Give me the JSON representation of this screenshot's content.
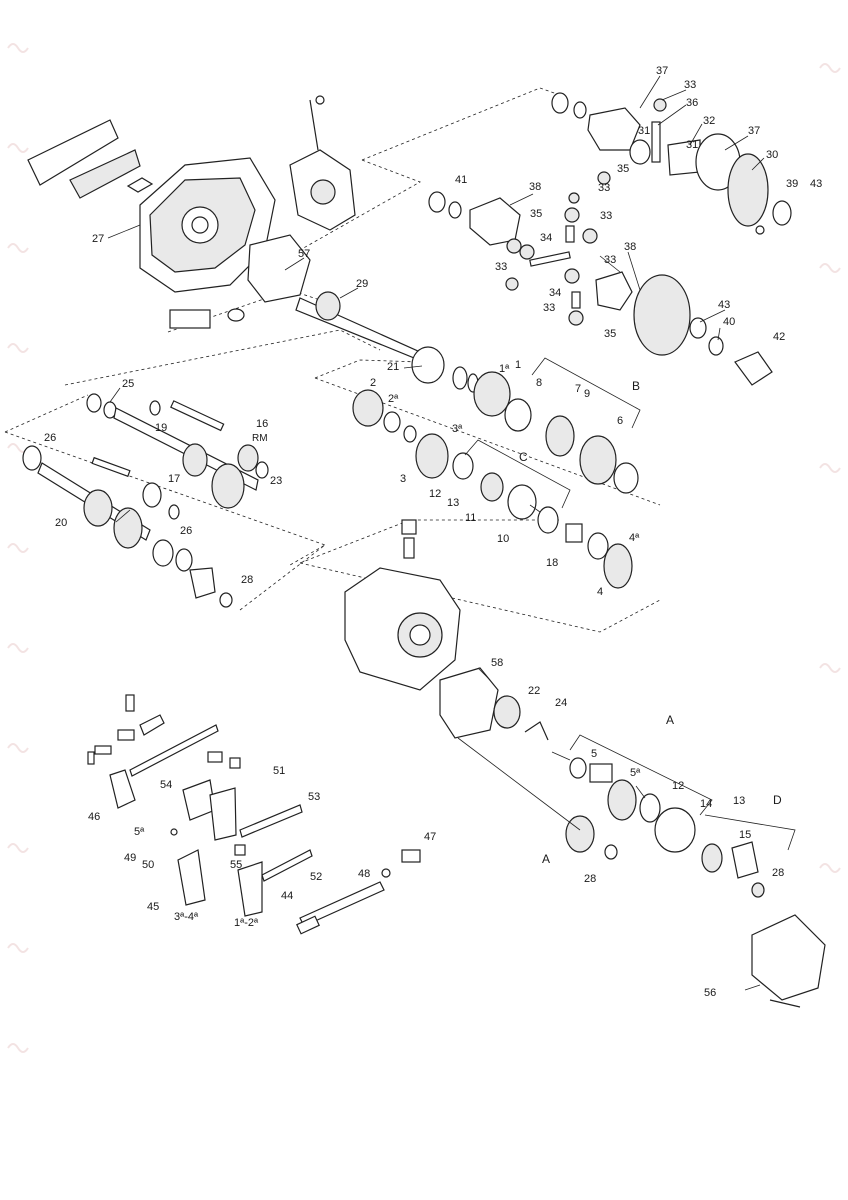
{
  "labels": {
    "p1": "1",
    "p1a": "1ª",
    "p2": "2",
    "p2a": "2ª",
    "p3": "3",
    "p3a": "3ª",
    "p4": "4",
    "p4a": "4ª",
    "p5": "5",
    "p5a": "5ª",
    "p5b": "5ª",
    "p6": "6",
    "p7": "7",
    "p8": "8",
    "p9": "9",
    "p10": "10",
    "p11": "11",
    "p12": "12",
    "p12b": "12",
    "p13": "13",
    "p13b": "13",
    "p14": "14",
    "p15": "15",
    "p16": "16",
    "rm": "RM",
    "p17": "17",
    "p18": "18",
    "p19": "19",
    "p20": "20",
    "p21": "21",
    "p22": "22",
    "p23": "23",
    "p24": "24",
    "p25": "25",
    "p26a": "26",
    "p26b": "26",
    "p27": "27",
    "p28a": "28",
    "p28b": "28",
    "p28c": "28",
    "p29": "29",
    "p30": "30",
    "p31a": "31",
    "p31b": "31",
    "p32": "32",
    "p33a": "33",
    "p33b": "33",
    "p33c": "33",
    "p33d": "33",
    "p33e": "33",
    "p34a": "34",
    "p34b": "34",
    "p35a": "35",
    "p35b": "35",
    "p35c": "35",
    "p36": "36",
    "p37a": "37",
    "p37b": "37",
    "p38a": "38",
    "p38b": "38",
    "p39": "39",
    "p40": "40",
    "p41": "41",
    "p42": "42",
    "p43a": "43",
    "p43b": "43",
    "p44": "44",
    "p45": "45",
    "p46": "46",
    "p47": "47",
    "p48": "48",
    "p49": "49",
    "p50": "50",
    "p51": "51",
    "p52": "52",
    "p53": "53",
    "p54": "54",
    "p55": "55",
    "p56": "56",
    "p57": "57",
    "p58": "58",
    "fork12": "1ª-2ª",
    "fork34": "3ª-4ª",
    "grpA1": "A",
    "grpA2": "A",
    "grpB": "B",
    "grpC": "C",
    "grpD": "D"
  }
}
